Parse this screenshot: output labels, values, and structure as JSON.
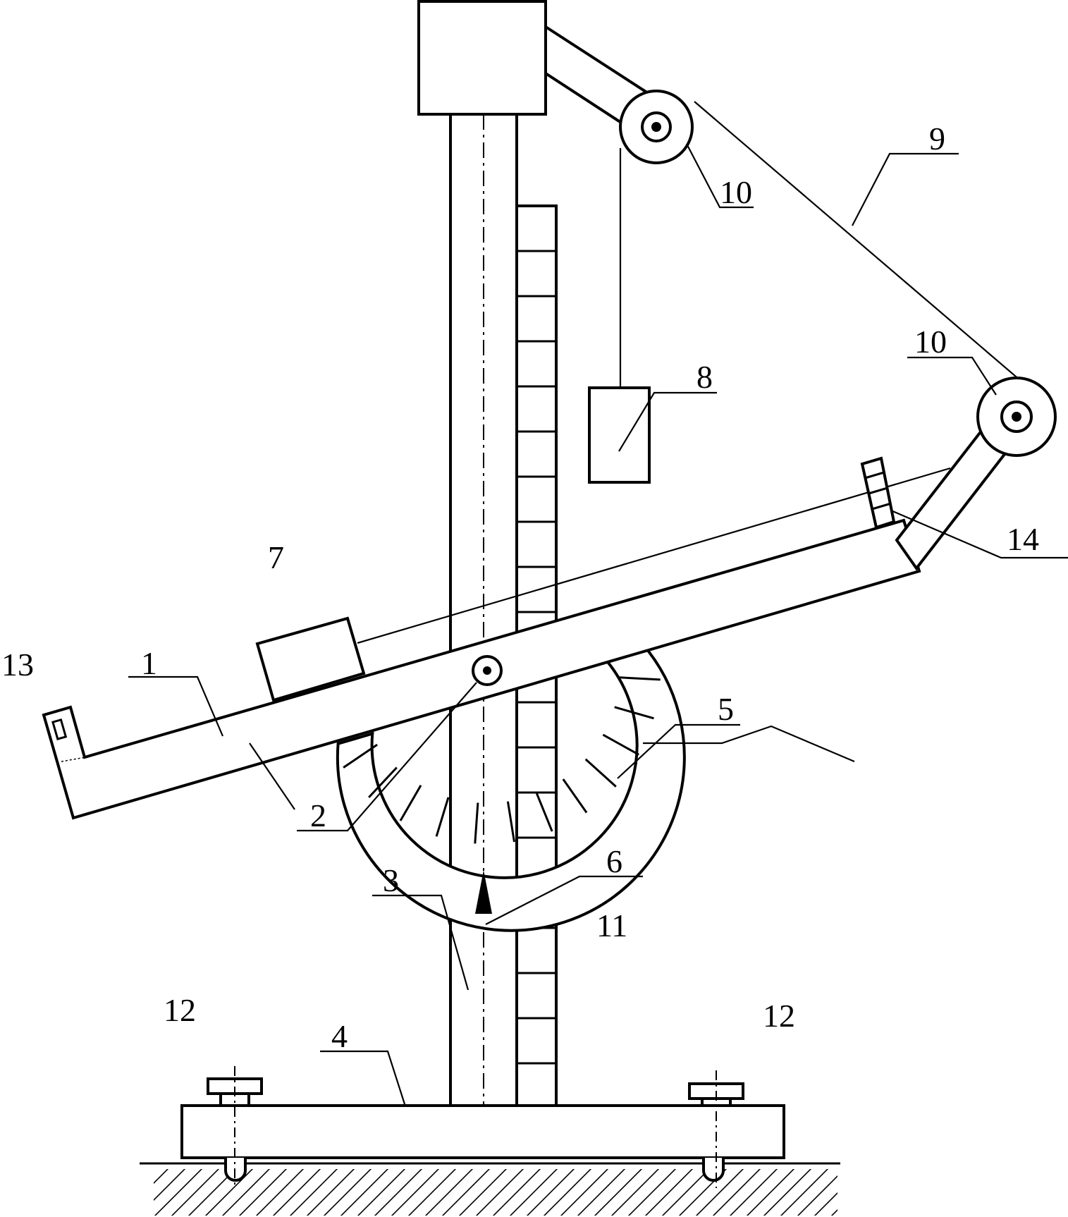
{
  "colors": {
    "line": "#000000",
    "background": "#ffffff"
  },
  "labels": {
    "beam": "1",
    "pivot": "2",
    "column": "3",
    "base": "4",
    "protractor": "5",
    "pointer": "6",
    "block": "7",
    "counterweight": "8",
    "cable": "9",
    "pulley_top": "10",
    "pulley_end": "10",
    "height_scale": "11",
    "leveling_foot_left": "12",
    "leveling_foot_right": "12",
    "end_stop": "13",
    "end_scale": "14"
  }
}
